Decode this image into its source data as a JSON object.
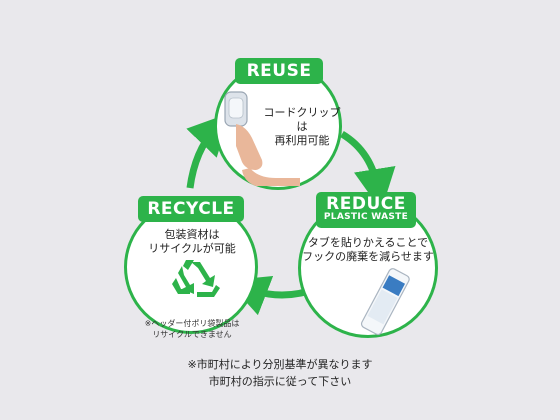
{
  "colors": {
    "accent": "#2db34a",
    "background": "#e9e8ec"
  },
  "reuse": {
    "title": "REUSE",
    "line1": "コードクリップは",
    "line2": "再利用可能"
  },
  "reduce": {
    "title": "REDUCE",
    "subtitle": "PLASTIC WASTE",
    "line1": "タブを貼りかえることで",
    "line2": "フックの廃棄を減らせます"
  },
  "recycle": {
    "title": "RECYCLE",
    "line1": "包装資材は",
    "line2": "リサイクルが可能",
    "icon": "recycle-icon",
    "note1": "※ヘッダー付ポリ袋製品は",
    "note2": "リサイクルできません"
  },
  "footer": {
    "line1": "※市町村により分別基準が異なります",
    "line2": "市町村の指示に従って下さい"
  }
}
